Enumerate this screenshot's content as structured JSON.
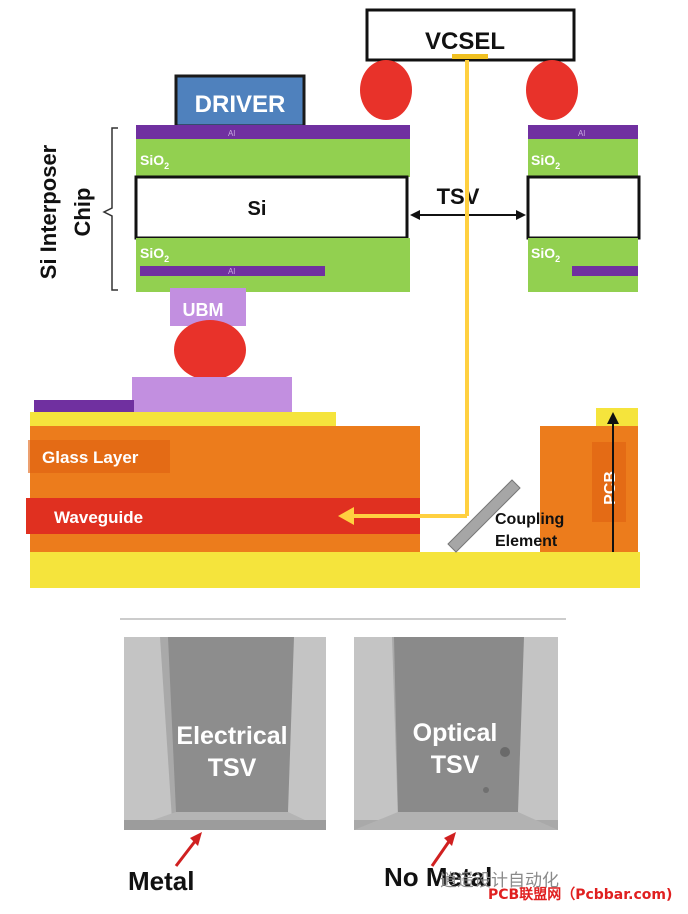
{
  "labels": {
    "vcsel": "VCSEL",
    "driver": "DRIVER",
    "al": "Al",
    "sio2": "SiO",
    "sio2_sub": "2",
    "si": "Si",
    "tsv": "TSV",
    "side_label_line1": "Si Interposer",
    "side_label_line2": "Chip",
    "ubm": "UBM",
    "glass_layer": "Glass Layer",
    "waveguide": "Waveguide",
    "coupling_line1": "Coupling",
    "coupling_line2": "Element",
    "pcb": "PCB"
  },
  "micrographs": {
    "left_line1": "Electrical",
    "left_line2": "TSV",
    "right_line1": "Optical",
    "right_line2": "TSV",
    "left_caption": "Metal",
    "right_caption": "No Metal"
  },
  "watermark": {
    "text1": "逍遥设计自动化",
    "text2": "PCB联盟网（Pcbbar.com)"
  },
  "colors": {
    "sio2_green": "#92d050",
    "al_purple": "#7030a0",
    "solder_red": "#e8322a",
    "orange": "#ec7c1c",
    "yellow": "#f5e43c",
    "ubm_lilac": "#c28fe0",
    "driver_blue": "#4f81bd",
    "beam_yellow": "#ffd040"
  }
}
